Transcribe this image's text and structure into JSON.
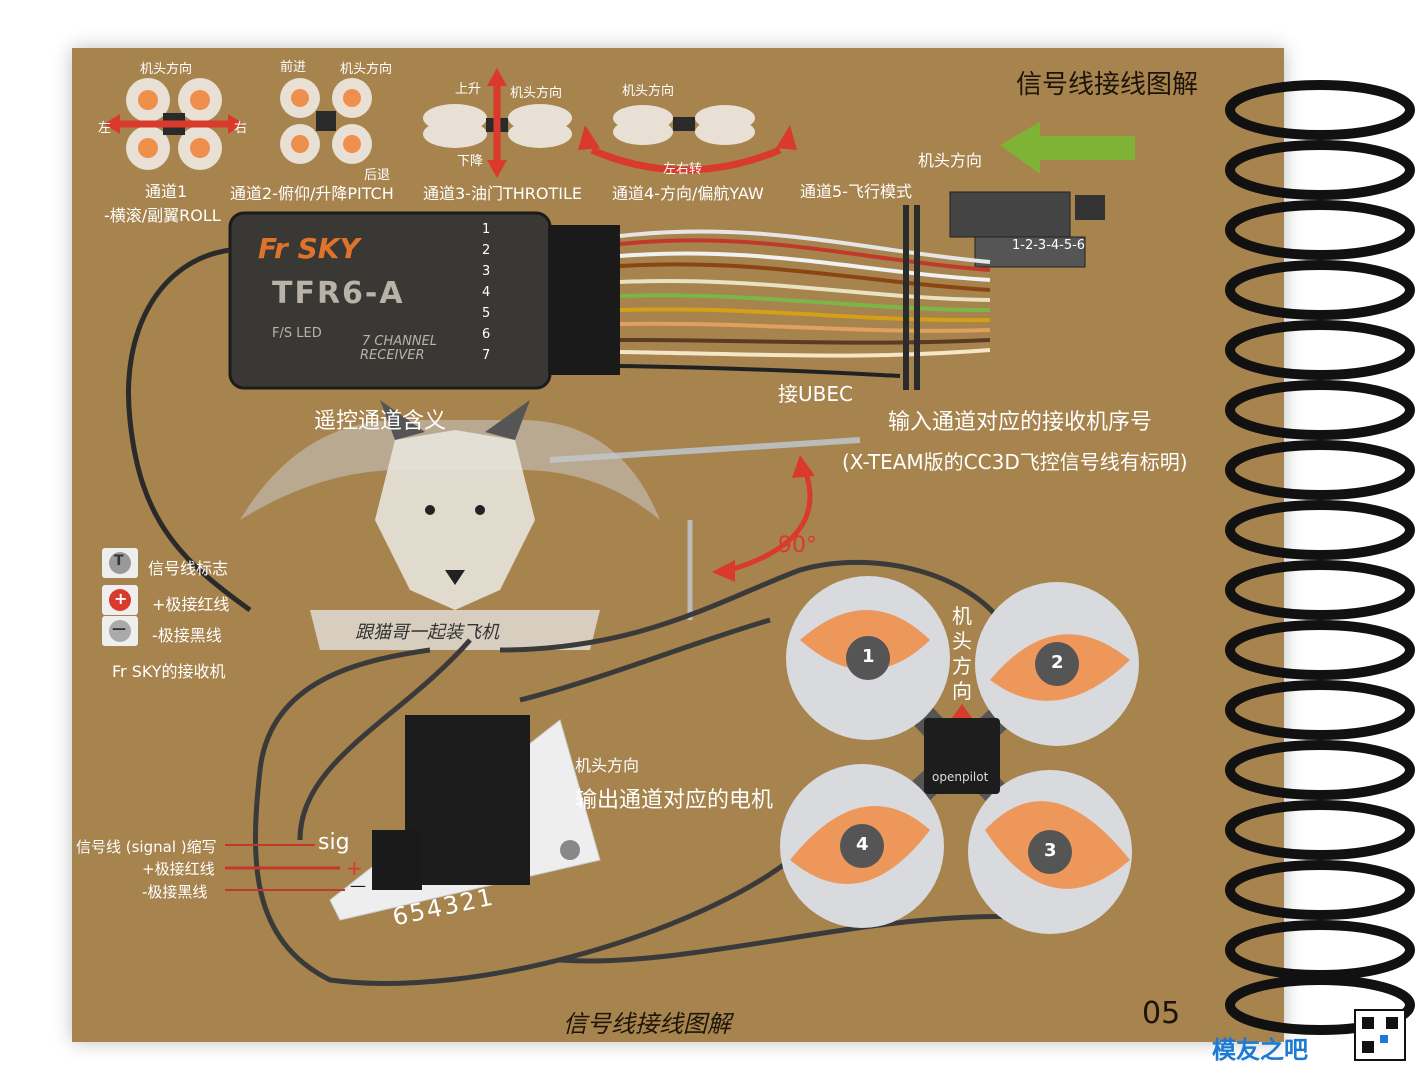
{
  "title": "信号线接线图解",
  "channels": [
    {
      "dir": "机头方向",
      "left": "左",
      "right": "右",
      "label1": "通道1",
      "label2": "-横滚/副翼ROLL"
    },
    {
      "forward": "前进",
      "dir": "机头方向",
      "back": "后退",
      "label": "通道2-俯仰/升降PITCH"
    },
    {
      "up": "上升",
      "dir": "机头方向",
      "down": "下降",
      "label": "通道3-油门THROTILE"
    },
    {
      "dir": "机头方向",
      "turn": "左右转",
      "label": "通道4-方向/偏航YAW"
    },
    {
      "label": "通道5-飞行模式"
    }
  ],
  "connector": {
    "dir": "机头方向",
    "pins": "1-2-3-4-5-6"
  },
  "receiver": {
    "brand": "Fr SKY",
    "model": "TFR6-A",
    "fs_led": "F/S  LED",
    "line1": "7 CHANNEL",
    "line2": "RECEIVER",
    "pins": [
      "1",
      "2",
      "3",
      "4",
      "5",
      "6",
      "7"
    ]
  },
  "labels": {
    "ubec": "接UBEC",
    "remote_meaning": "遥控通道含义",
    "input_map": "输入通道对应的接收机序号",
    "xteam_note": "(X-TEAM版的CC3D飞控信号线有标明)",
    "angle": "90°",
    "output_dir": "机头方向",
    "output_map": "输出通道对应的电机",
    "nose_vertical": [
      "机",
      "头",
      "方",
      "向"
    ],
    "openpilot": "openpilot",
    "banner": "跟猫哥一起装飞机"
  },
  "legend": {
    "signal": "信号线标志",
    "plus": "+极接红线",
    "minus": "-极接黑线",
    "receiver": "Fr SKY的接收机",
    "sym_signal": "T",
    "sym_plus": "+",
    "sym_minus": "—"
  },
  "pin_legend": {
    "signal": "信号线 (signal )缩写",
    "plus": "+极接红线",
    "minus": "-极接黑线",
    "sig": "sig",
    "plus_sym": "+",
    "minus_sym": "—",
    "numbers": "654321"
  },
  "motors": [
    "1",
    "2",
    "3",
    "4"
  ],
  "footer": {
    "caption": "信号线接线图解",
    "page": "05",
    "site": "模友之吧"
  },
  "colors": {
    "paper": "#a7834e",
    "orange": "#ef8f4c",
    "red": "#d93a2b",
    "green": "#7fb336",
    "prop": "#dcdcdc"
  }
}
